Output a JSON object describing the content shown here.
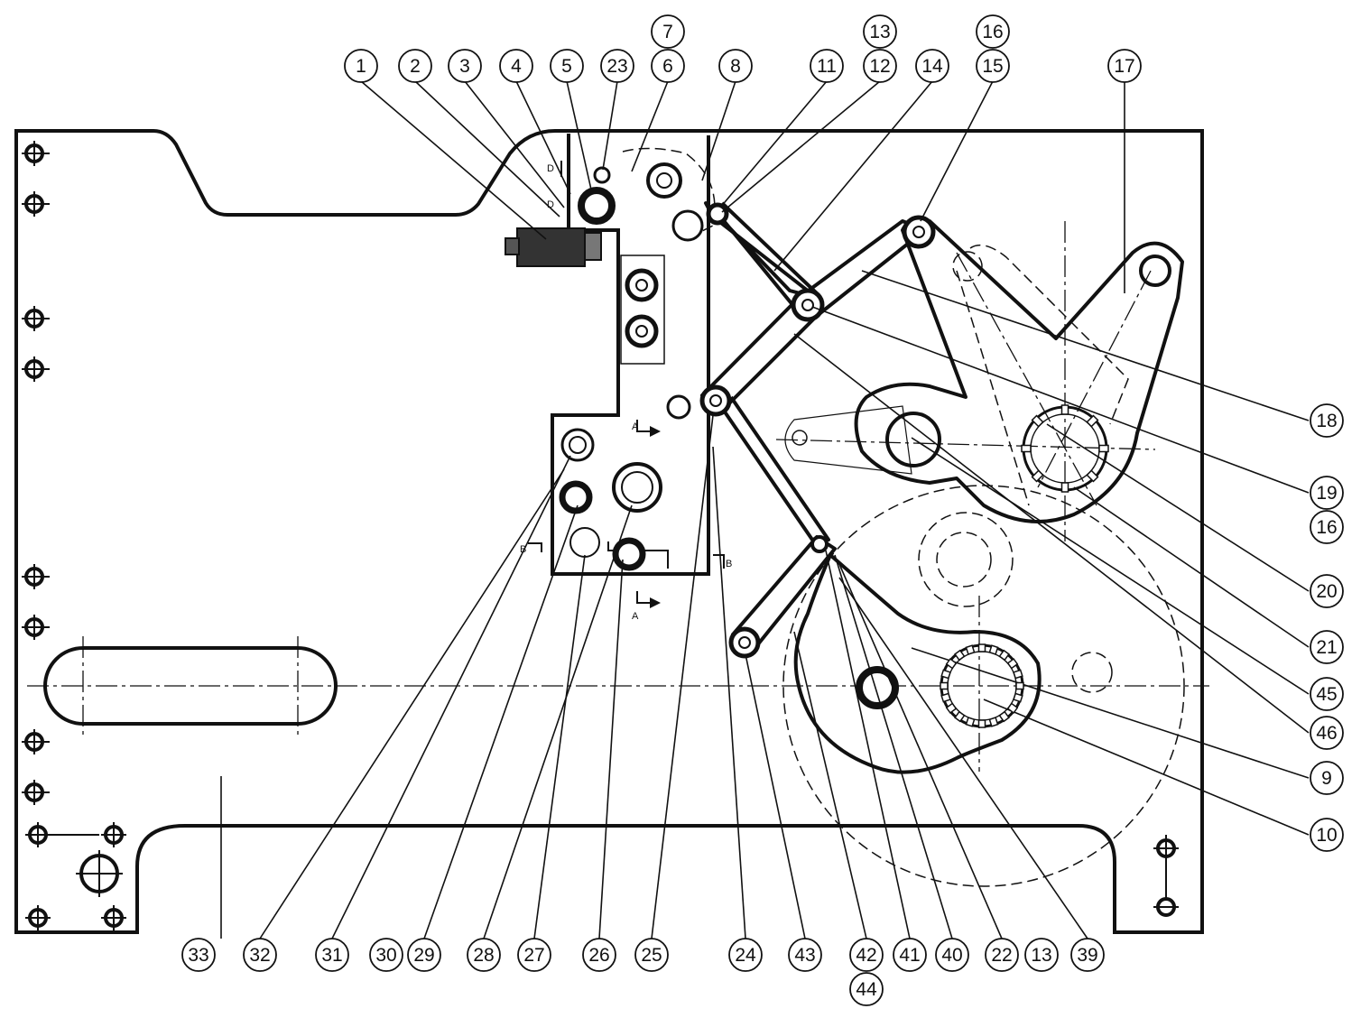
{
  "diagram": {
    "stroke_color": "#111111",
    "background_color": "#ffffff",
    "callouts_top": [
      {
        "label": "1"
      },
      {
        "label": "2"
      },
      {
        "label": "3"
      },
      {
        "label": "4"
      },
      {
        "label": "5"
      },
      {
        "label": "23"
      },
      {
        "label": "6"
      },
      {
        "label": "7"
      },
      {
        "label": "8"
      },
      {
        "label": "11"
      },
      {
        "label": "12"
      },
      {
        "label": "13"
      },
      {
        "label": "14"
      },
      {
        "label": "15"
      },
      {
        "label": "16"
      },
      {
        "label": "17"
      }
    ],
    "callouts_right": [
      {
        "label": "18"
      },
      {
        "label": "19"
      },
      {
        "label": "16"
      },
      {
        "label": "20"
      },
      {
        "label": "21"
      },
      {
        "label": "45"
      },
      {
        "label": "46"
      },
      {
        "label": "9"
      },
      {
        "label": "10"
      }
    ],
    "callouts_bottom": [
      {
        "label": "33"
      },
      {
        "label": "32"
      },
      {
        "label": "31"
      },
      {
        "label": "30"
      },
      {
        "label": "29"
      },
      {
        "label": "28"
      },
      {
        "label": "27"
      },
      {
        "label": "26"
      },
      {
        "label": "25"
      },
      {
        "label": "24"
      },
      {
        "label": "43"
      },
      {
        "label": "42"
      },
      {
        "label": "44"
      },
      {
        "label": "41"
      },
      {
        "label": "40"
      },
      {
        "label": "22"
      },
      {
        "label": "13"
      },
      {
        "label": "39"
      }
    ],
    "section_marks": [
      {
        "label": "D"
      },
      {
        "label": "D"
      },
      {
        "label": "A"
      },
      {
        "label": "A"
      },
      {
        "label": "B"
      },
      {
        "label": "B"
      }
    ]
  }
}
